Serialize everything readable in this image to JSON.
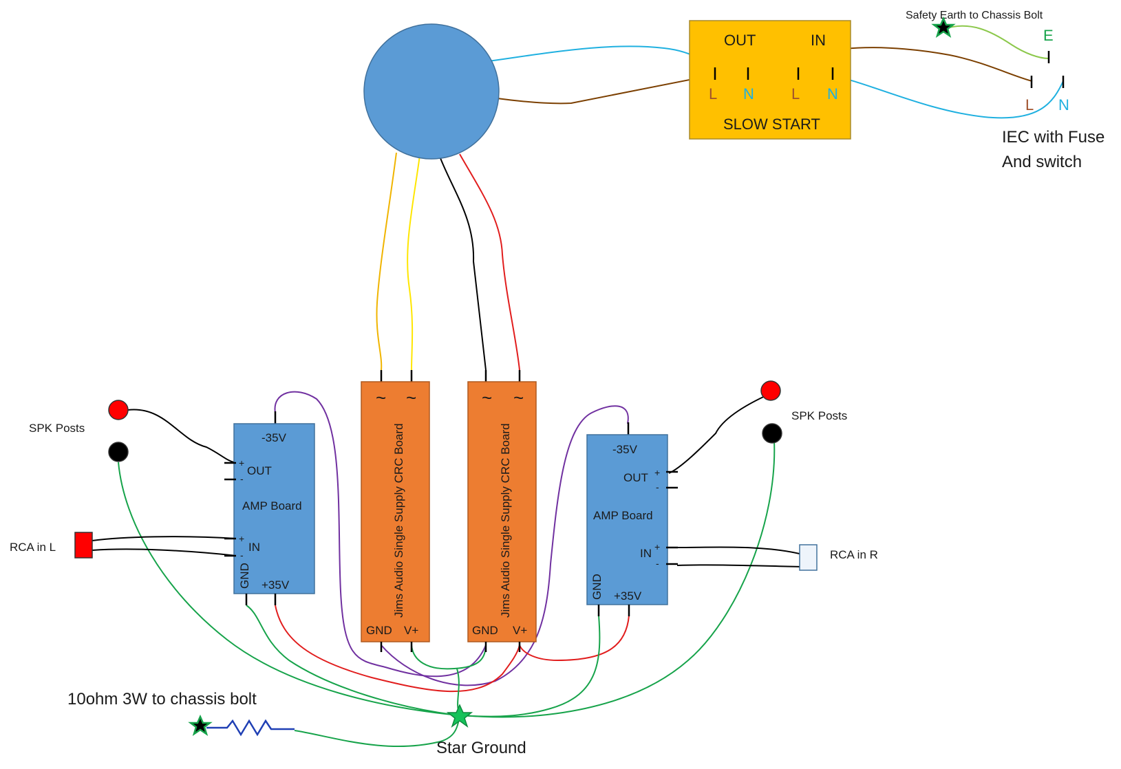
{
  "colors": {
    "transformer": "#5b9bd5",
    "amp_board": "#5b9bd5",
    "crc_board": "#ed7d31",
    "slow_start": "#ffc000",
    "live_wire": "#7b3f00",
    "neutral_wire": "#1fb0e0",
    "earth_wire": "#8cc84b",
    "ground_wire": "#16a34a",
    "positive_wire": "#e11d1d",
    "negative_wire": "#7030a0",
    "ac_yellow": "#ffe600",
    "ac_orange": "#f0b400",
    "label_blue": "#1fb0e0",
    "label_brown": "#a0522d",
    "label_green": "#16a34a"
  },
  "slow_start": {
    "out_label": "OUT",
    "in_label": "IN",
    "title": "SLOW START",
    "l_label": "L",
    "n_label": "N"
  },
  "iec": {
    "line1": "IEC with Fuse",
    "line2": "And switch",
    "l_label": "L",
    "n_label": "N",
    "e_label": "E"
  },
  "safety_earth": "Safety Earth to Chassis Bolt",
  "crc_board_label": "Jims Audio Single Supply CRC Board",
  "crc_gnd": "GND",
  "crc_vplus": "V+",
  "ac_symbol": "~",
  "amp": {
    "title": "AMP Board",
    "neg_rail": "-35V",
    "pos_rail": "+35V",
    "out_label": "OUT",
    "in_label": "IN",
    "gnd_label": "GND",
    "plus": "+",
    "minus": "-"
  },
  "spk_posts": "SPK Posts",
  "rca_left": "RCA in L",
  "rca_right": "RCA in R",
  "resistor_label": "10ohm 3W to chassis bolt",
  "star_ground": "Star Ground"
}
